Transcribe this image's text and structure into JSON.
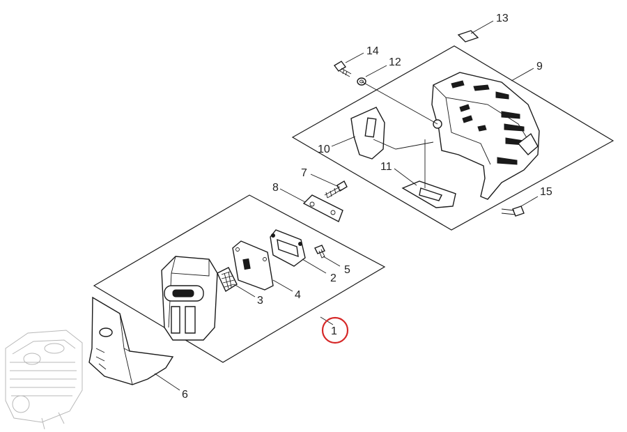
{
  "diagram": {
    "callouts": [
      {
        "id": "1",
        "label": "1",
        "highlighted": true
      },
      {
        "id": "2",
        "label": "2"
      },
      {
        "id": "3",
        "label": "3"
      },
      {
        "id": "4",
        "label": "4"
      },
      {
        "id": "5",
        "label": "5"
      },
      {
        "id": "6",
        "label": "6"
      },
      {
        "id": "7",
        "label": "7"
      },
      {
        "id": "8",
        "label": "8"
      },
      {
        "id": "9",
        "label": "9"
      },
      {
        "id": "10",
        "label": "10"
      },
      {
        "id": "11",
        "label": "11"
      },
      {
        "id": "12",
        "label": "12"
      },
      {
        "id": "13",
        "label": "13"
      },
      {
        "id": "14",
        "label": "14"
      },
      {
        "id": "15",
        "label": "15"
      }
    ],
    "highlight_color": "#d62828",
    "line_color": "#1a1a1a"
  }
}
